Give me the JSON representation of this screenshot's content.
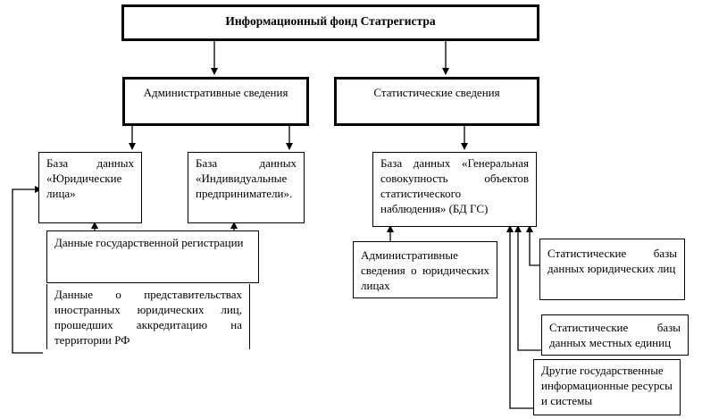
{
  "diagram": {
    "title": "Информационный фонд Статрегистра",
    "admin": "Административные сведения",
    "stat": "Статистические сведения",
    "db_legal": "База данных «Юридические лица»",
    "db_entrepreneurs": "База данных «Индивидуальные предприниматели».",
    "db_general": "База данных «Генеральная совокупность объектов статистического наблюдения» (БД ГС)",
    "state_registration": "Данные государственной регистрации",
    "foreign_reps": "Данные о представительствах иностранных юридических лиц, прошедших аккредитацию на территории РФ",
    "admin_legal": "Административные сведения о юридических лицах",
    "stat_legal": "Статистические базы данных юридических лиц",
    "stat_local": "Статистические базы данных местных единиц",
    "other_resources": "Другие государственные информационные ресурсы и системы"
  }
}
